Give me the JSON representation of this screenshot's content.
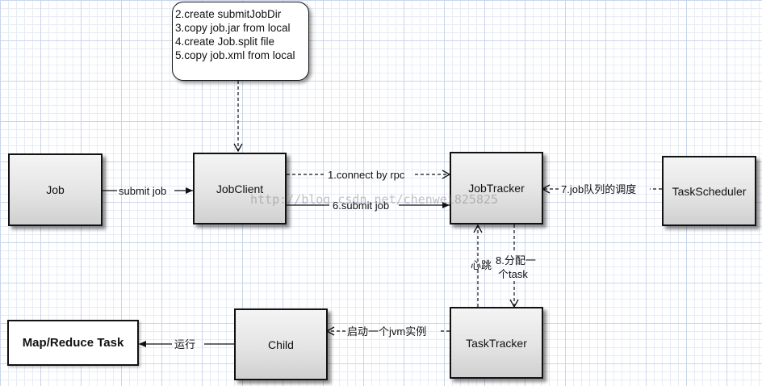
{
  "note": {
    "lines": [
      "2.create submitJobDir",
      "3.copy job.jar from local",
      "4.create Job.split file",
      "5.copy job.xml from local"
    ]
  },
  "nodes": {
    "job": "Job",
    "jobclient": "JobClient",
    "jobtracker": "JobTracker",
    "taskscheduler": "TaskScheduler",
    "tasktracker": "TaskTracker",
    "child": "Child",
    "mapreduce_task": "Map/Reduce Task"
  },
  "edges": {
    "submit_job": "submit job",
    "connect_rpc": "1.connect by rpc",
    "submit_job_6": "6.submit job",
    "schedule": "7.job队列的调度",
    "heartbeat": "心跳",
    "assign_1": "8.分配一",
    "assign_2": "个task",
    "launch_jvm": "启动一个jvm实例",
    "run": "运行"
  },
  "watermark": "http://blog.csdn.net/chenwei825825"
}
